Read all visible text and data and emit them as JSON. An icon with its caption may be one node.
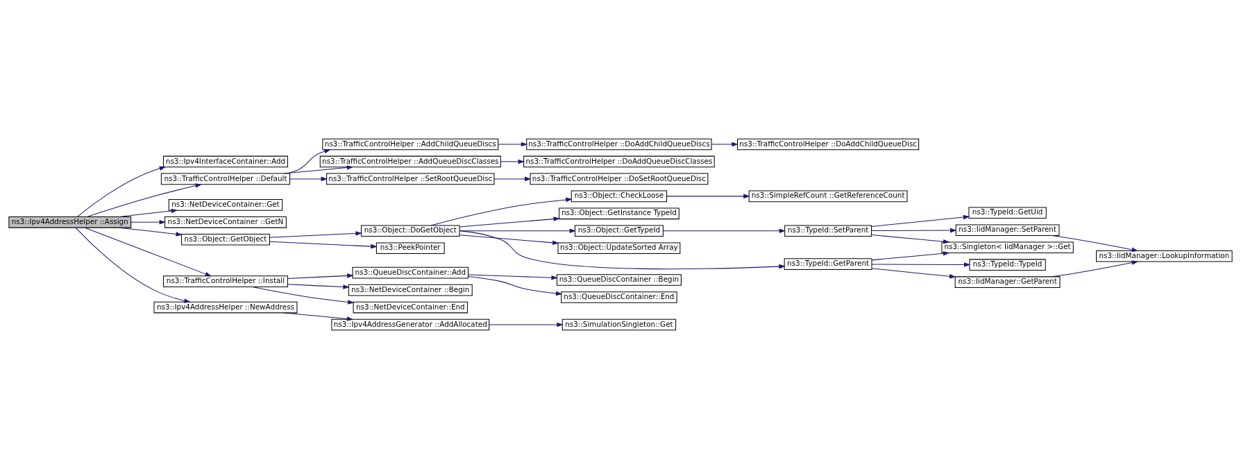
{
  "diagram": {
    "nodes": [
      {
        "text": [
          "ns3::Ipv4AddressHelper ::Assign"
        ]
      },
      {
        "text": [
          "ns3::Ipv4InterfaceContainer::Add"
        ]
      },
      {
        "text": [
          "ns3::TrafficControlHelper ::Default"
        ]
      },
      {
        "text": [
          "ns3::NetDeviceContainer::Get"
        ]
      },
      {
        "text": [
          "ns3::NetDeviceContainer ::GetN"
        ]
      },
      {
        "text": [
          "ns3::Object::GetObject"
        ]
      },
      {
        "text": [
          "ns3::TrafficControlHelper ::Install"
        ]
      },
      {
        "text": [
          "ns3::Ipv4AddressHelper ::NewAddress"
        ]
      },
      {
        "text": [
          "ns3::TrafficControlHelper ::AddChildQueueDiscs"
        ]
      },
      {
        "text": [
          "ns3::TrafficControlHelper ::AddQueueDiscClasses"
        ]
      },
      {
        "text": [
          "ns3::TrafficControlHelper ::SetRootQueueDisc"
        ]
      },
      {
        "text": [
          "ns3::Object::DoGetObject"
        ]
      },
      {
        "text": [
          "ns3::PeekPointer"
        ]
      },
      {
        "text": [
          "ns3::QueueDiscContainer::Add"
        ]
      },
      {
        "text": [
          "ns3::NetDeviceContainer ::Begin"
        ]
      },
      {
        "text": [
          "ns3::NetDeviceContainer::End"
        ]
      },
      {
        "text": [
          "ns3::Ipv4AddressGenerator ::AddAllocated"
        ]
      },
      {
        "text": [
          "ns3::TrafficControlHelper ::DoAddChildQueueDiscs"
        ]
      },
      {
        "text": [
          "ns3::TrafficControlHelper ::DoAddQueueDiscClasses"
        ]
      },
      {
        "text": [
          "ns3::TrafficControlHelper ::DoSetRootQueueDisc"
        ]
      },
      {
        "text": [
          "ns3::Object::CheckLoose"
        ]
      },
      {
        "text": [
          "ns3::Object::GetInstance TypeId"
        ]
      },
      {
        "text": [
          "ns3::Object::GetTypeId"
        ]
      },
      {
        "text": [
          "ns3::Object::UpdateSorted Array"
        ]
      },
      {
        "text": [
          "ns3::QueueDiscContainer ::Begin"
        ]
      },
      {
        "text": [
          "ns3::QueueDiscContainer::End"
        ]
      },
      {
        "text": [
          "ns3::SimulationSingleton::Get"
        ]
      },
      {
        "text": [
          "ns3::TrafficControlHelper ::DoAddChildQueueDisc"
        ]
      },
      {
        "text": [
          "ns3::SimpleRefCount ::GetReferenceCount"
        ]
      },
      {
        "text": [
          "ns3::TypeId::GetParent"
        ]
      },
      {
        "text": [
          "ns3::TypeId::SetParent"
        ]
      },
      {
        "text": [
          "ns3::TypeId::TypeId"
        ]
      },
      {
        "text": [
          "ns3::IidManager::GetParent"
        ]
      },
      {
        "text": [
          "ns3::Singleton< IidManager >::Get"
        ]
      },
      {
        "text": [
          "ns3::TypeId::GetUid"
        ]
      },
      {
        "text": [
          "ns3::IidManager::SetParent"
        ]
      },
      {
        "text": [
          "ns3::IidManager::LookupInformation"
        ]
      }
    ],
    "edges": [
      {
        "from": 0,
        "to": 1,
        "arrow": "to"
      },
      {
        "from": 0,
        "to": 2,
        "arrow": "to"
      },
      {
        "from": 0,
        "to": 3,
        "arrow": "to"
      },
      {
        "from": 0,
        "to": 4,
        "arrow": "to"
      },
      {
        "from": 0,
        "to": 5,
        "arrow": "to"
      },
      {
        "from": 0,
        "to": 6,
        "arrow": "to"
      },
      {
        "from": 0,
        "to": 7,
        "arrow": "to"
      },
      {
        "from": 2,
        "to": 8,
        "arrow": "to"
      },
      {
        "from": 2,
        "to": 9,
        "arrow": "to"
      },
      {
        "from": 2,
        "to": 10,
        "arrow": "to"
      },
      {
        "from": 8,
        "to": 17,
        "arrow": "to"
      },
      {
        "from": 17,
        "to": 27,
        "arrow": "to"
      },
      {
        "from": 9,
        "to": 18,
        "arrow": "to"
      },
      {
        "from": 10,
        "to": 19,
        "arrow": "to"
      },
      {
        "from": 5,
        "to": 11,
        "arrow": "to"
      },
      {
        "from": 5,
        "to": 12,
        "arrow": "to"
      },
      {
        "from": 11,
        "to": 20,
        "arrow": "to"
      },
      {
        "from": 11,
        "to": 21,
        "arrow": "to"
      },
      {
        "from": 11,
        "to": 29,
        "arrow": "to"
      },
      {
        "from": 11,
        "to": 22,
        "arrow": "to"
      },
      {
        "from": 11,
        "to": 23,
        "arrow": "to"
      },
      {
        "from": 20,
        "to": 28,
        "arrow": "to"
      },
      {
        "from": 29,
        "to": 31,
        "arrow": "to"
      },
      {
        "from": 29,
        "to": 32,
        "arrow": "to"
      },
      {
        "from": 29,
        "to": 33,
        "arrow": "to"
      },
      {
        "from": 32,
        "to": 36,
        "arrow": "to"
      },
      {
        "from": 22,
        "to": 30,
        "arrow": "to"
      },
      {
        "from": 30,
        "to": 33,
        "arrow": "to"
      },
      {
        "from": 30,
        "to": 34,
        "arrow": "to"
      },
      {
        "from": 30,
        "to": 35,
        "arrow": "to"
      },
      {
        "from": 35,
        "to": 36,
        "arrow": "to"
      },
      {
        "from": 6,
        "to": 13,
        "arrow": "to"
      },
      {
        "from": 6,
        "to": 14,
        "arrow": "to"
      },
      {
        "from": 6,
        "to": 15,
        "arrow": "to"
      },
      {
        "from": 13,
        "to": 24,
        "arrow": "to"
      },
      {
        "from": 13,
        "to": 25,
        "arrow": "to"
      },
      {
        "from": 7,
        "to": 16,
        "arrow": "to"
      },
      {
        "from": 16,
        "to": 26,
        "arrow": "to"
      }
    ]
  }
}
